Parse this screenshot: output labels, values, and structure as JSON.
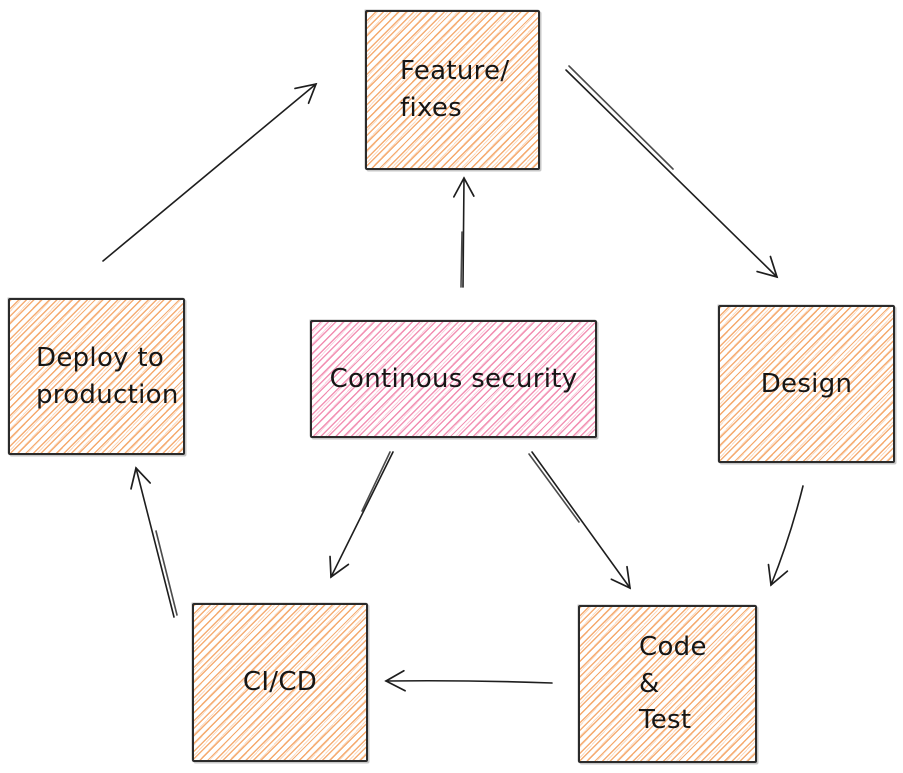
{
  "diagram": {
    "type": "flow-cycle",
    "nodes": {
      "feature_fixes": {
        "lines": [
          "Feature/",
          "fixes"
        ],
        "fill_color": "#f39a53"
      },
      "design": {
        "lines": [
          "Design"
        ],
        "fill_color": "#f39a53"
      },
      "code_test": {
        "lines": [
          "Code",
          "&",
          "Test"
        ],
        "fill_color": "#f39a53"
      },
      "ci_cd": {
        "lines": [
          "CI/CD"
        ],
        "fill_color": "#f39a53"
      },
      "deploy_production": {
        "lines": [
          "Deploy to",
          "production"
        ],
        "fill_color": "#f39a53"
      },
      "continous_security": {
        "lines": [
          "Continous security"
        ],
        "fill_color": "#ee719e"
      }
    },
    "edges": [
      {
        "from": "deploy-to-production",
        "to": "feature-fixes"
      },
      {
        "from": "feature-fixes",
        "to": "design"
      },
      {
        "from": "design",
        "to": "code-and-test"
      },
      {
        "from": "code-and-test",
        "to": "ci-cd"
      },
      {
        "from": "ci-cd",
        "to": "deploy-to-production"
      },
      {
        "from": "continous-security",
        "to": "feature-fixes"
      },
      {
        "from": "continous-security",
        "to": "ci-cd"
      },
      {
        "from": "continous-security",
        "to": "code-and-test"
      }
    ],
    "colors": {
      "stroke": "#1e1e1e",
      "orange_hatch": "#f39a53",
      "pink_hatch": "#ee719e",
      "background": "#ffffff"
    }
  }
}
